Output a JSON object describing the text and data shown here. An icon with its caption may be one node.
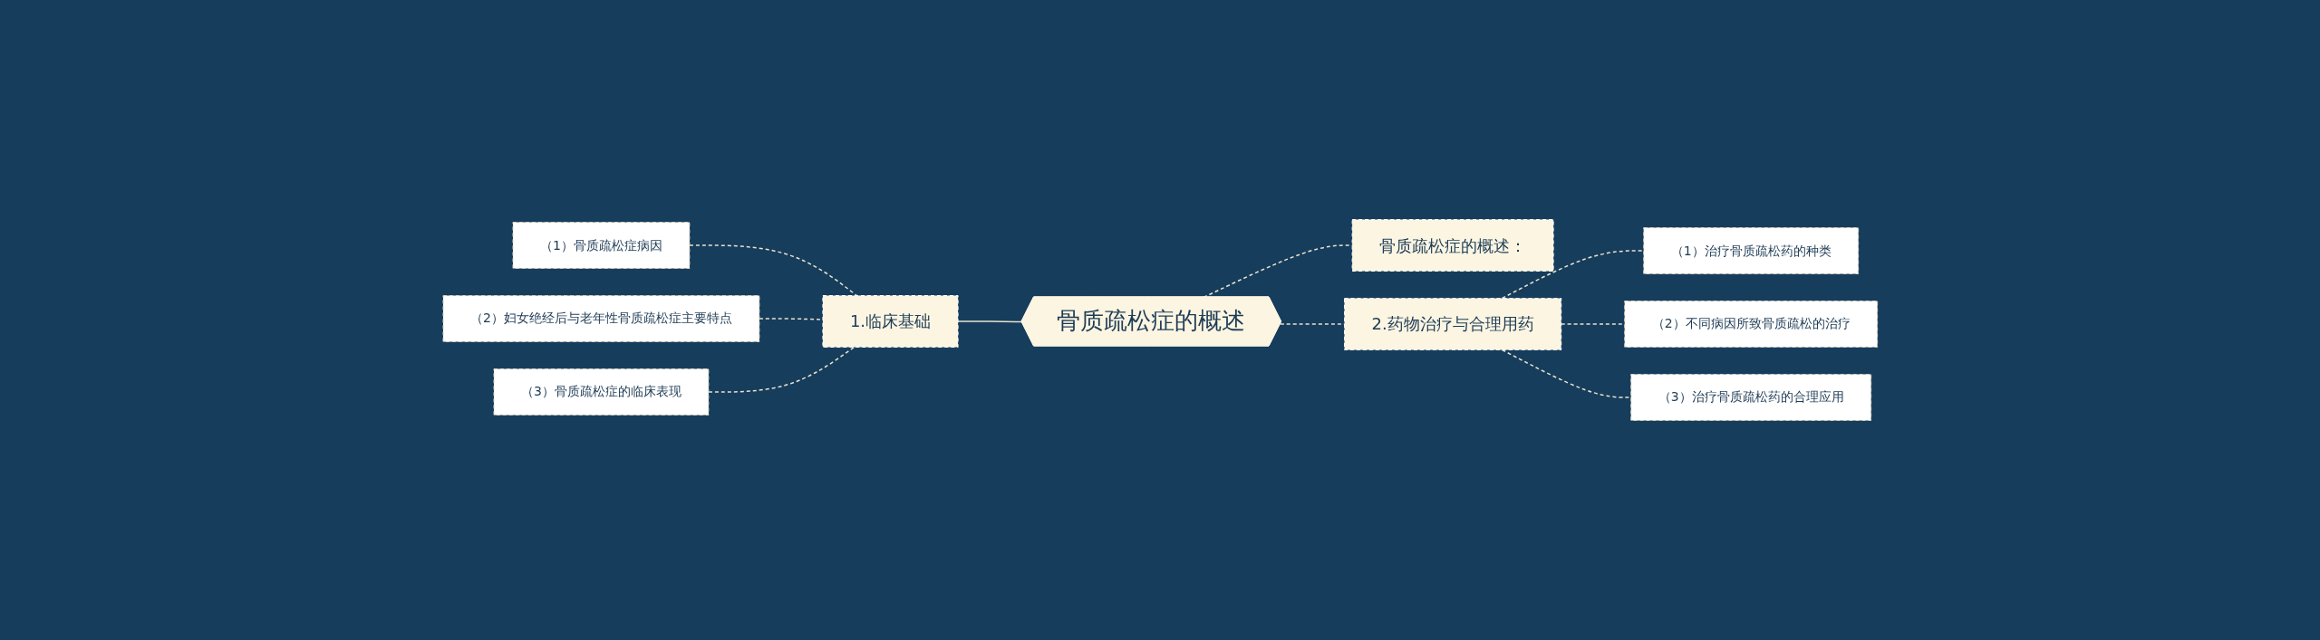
{
  "diagram": {
    "nodes": [
      {
        "text": [
          "骨质疏松症的概述"
        ]
      },
      {
        "text": [
          "1.临床基础"
        ]
      },
      {
        "text": [
          "（1）骨质疏松症病因"
        ]
      },
      {
        "text": [
          "（2）妇女绝经后与老年性骨质疏松症主要特点"
        ]
      },
      {
        "text": [
          "（3）骨质疏松症的临床表现"
        ]
      },
      {
        "text": [
          "骨质疏松症的概述："
        ]
      },
      {
        "text": [
          "2.药物治疗与合理用药"
        ]
      },
      {
        "text": [
          "（1）治疗骨质疏松药的种类"
        ]
      },
      {
        "text": [
          "（2）不同病因所致骨质疏松的治疗"
        ]
      },
      {
        "text": [
          "（3）治疗骨质疏松药的合理应用"
        ]
      }
    ],
    "edges": [
      {
        "from": 0,
        "to": 1,
        "arrow": "none"
      },
      {
        "from": 1,
        "to": 2,
        "arrow": "none",
        "style": "dashed"
      },
      {
        "from": 1,
        "to": 3,
        "arrow": "none",
        "style": "dashed"
      },
      {
        "from": 1,
        "to": 4,
        "arrow": "none",
        "style": "dashed"
      },
      {
        "from": 0,
        "to": 5,
        "arrow": "none",
        "style": "dashed"
      },
      {
        "from": 0,
        "to": 6,
        "arrow": "none",
        "style": "dashed"
      },
      {
        "from": 6,
        "to": 7,
        "arrow": "none",
        "style": "dashed"
      },
      {
        "from": 6,
        "to": 8,
        "arrow": "none",
        "style": "dashed"
      },
      {
        "from": 6,
        "to": 9,
        "arrow": "none",
        "style": "dashed"
      }
    ]
  }
}
